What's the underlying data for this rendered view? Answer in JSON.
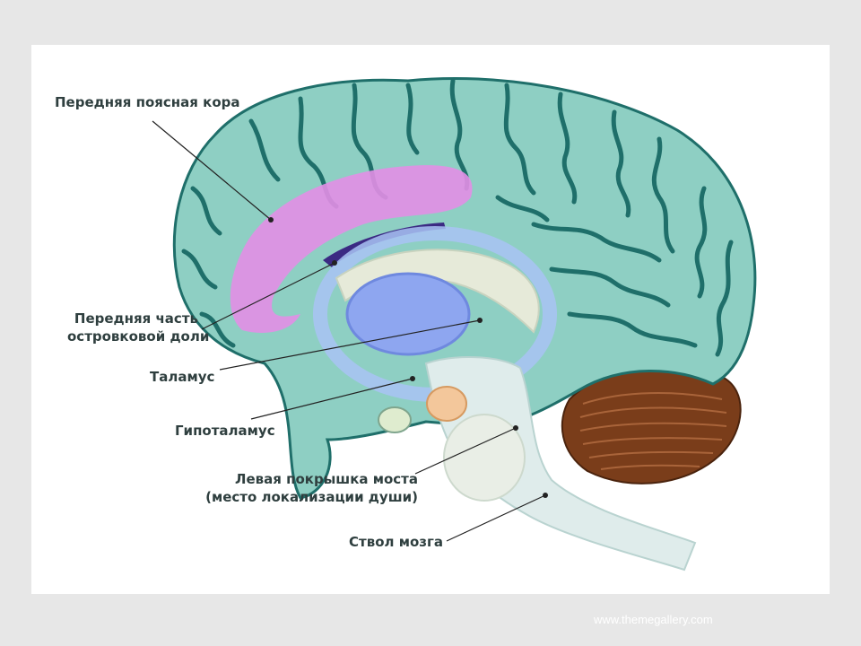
{
  "labels": {
    "anterior_cingulate": "Передняя поясная кора",
    "anterior_insula_1": "Передняя часть",
    "anterior_insula_2": "островковой доли",
    "thalamus": "Таламус",
    "hypothalamus": "Гипоталамус",
    "pons_1": "Левая покрышка моста",
    "pons_2": "(место локализации души)",
    "brainstem": "Ствол мозга"
  },
  "footer": "www.themegallery.com",
  "colors": {
    "cortex": "#8ecfc3",
    "cortex_dark": "#1f6f6a",
    "cingulate": "#e28ee6",
    "insula": "#3b2a83",
    "thalamus": "#8ea6f0",
    "fornix": "#a9c3f5",
    "hypothalamus": "#f3c79b",
    "brainstem": "#dfeceb",
    "cerebellum": "#7a3d1a"
  }
}
